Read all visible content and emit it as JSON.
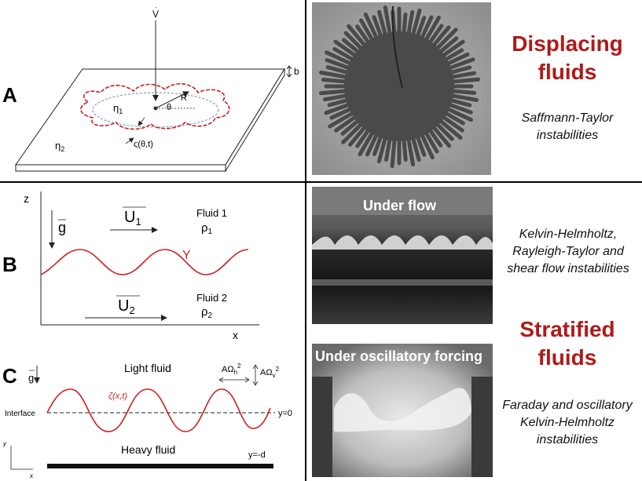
{
  "panelA": {
    "letter": "A",
    "flow_label": "V",
    "thickness_label": "b",
    "radius_label": "R",
    "angle_label": "θ",
    "inner_viscosity": "η",
    "inner_sub": "1",
    "outer_viscosity": "η",
    "outer_sub": "2",
    "perturbation_label": "ς(θ,t)"
  },
  "panelB": {
    "letter": "B",
    "z_axis": "z",
    "x_axis": "x",
    "gravity": "g",
    "velocity1": "U",
    "velocity1_sub": "1",
    "velocity2": "U",
    "velocity2_sub": "2",
    "fluid1": "Fluid 1",
    "rho1": "ρ",
    "rho1_sub": "1",
    "fluid2": "Fluid 2",
    "rho2": "ρ",
    "rho2_sub": "2",
    "tension": "Υ"
  },
  "panelC": {
    "letter": "C",
    "gravity": "g",
    "light_fluid": "Light fluid",
    "heavy_fluid": "Heavy fluid",
    "interface": "Interface",
    "zeta": "ζ(x,t)",
    "y0": "y=0",
    "yd": "y=-d",
    "forcing_h": "AΩ",
    "forcing_h_sub": "h",
    "forcing_h_sup": "2",
    "forcing_v": "AΩ",
    "forcing_v_sub": "v",
    "forcing_v_sup": "2",
    "axis_y": "y",
    "axis_x": "x"
  },
  "right": {
    "displacing_line1": "Displacing",
    "displacing_line2": "fluids",
    "saffman_line1": "Saffmann-Taylor",
    "saffman_line2": "instabilities",
    "kh_line1": "Kelvin-Helmholtz,",
    "kh_line2": "Rayleigh-Taylor and",
    "kh_line3": "shear flow instabilities",
    "stratified_line1": "Stratified",
    "stratified_line2": "fluids",
    "faraday_line1": "Faraday and oscillatory",
    "faraday_line2": "Kelvin-Helmholtz",
    "faraday_line3": "instabilities",
    "photo_under_flow": "Under flow",
    "photo_oscillatory": "Under oscillatory forcing"
  },
  "colors": {
    "accent_red": "#b01a1a",
    "curve_red": "#cc1f1f"
  }
}
